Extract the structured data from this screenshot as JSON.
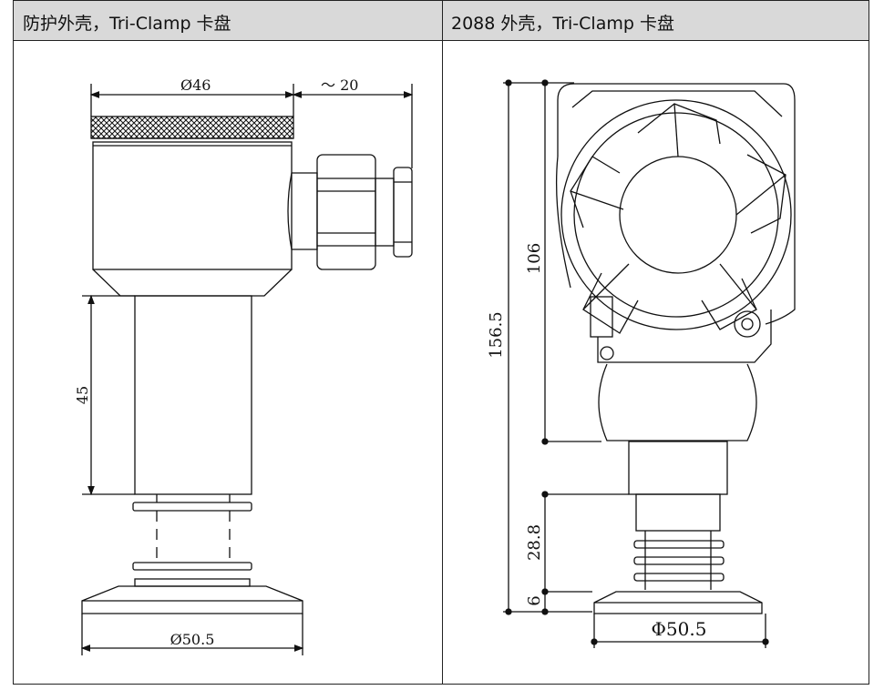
{
  "table": {
    "headers": [
      "防护外壳，Tri-Clamp 卡盘",
      "2088 外壳，Tri-Clamp 卡盘"
    ]
  },
  "left_drawing": {
    "dim_top_width": "Ø46",
    "dim_top_offset": "～ 20",
    "dim_height": "45",
    "dim_bottom_width": "Ø50.5"
  },
  "right_drawing": {
    "dim_total_height": "156.5",
    "dim_body_height": "106",
    "dim_neck_height": "28.8",
    "dim_clamp_height": "6",
    "dim_bottom_width": "Φ50.5"
  }
}
